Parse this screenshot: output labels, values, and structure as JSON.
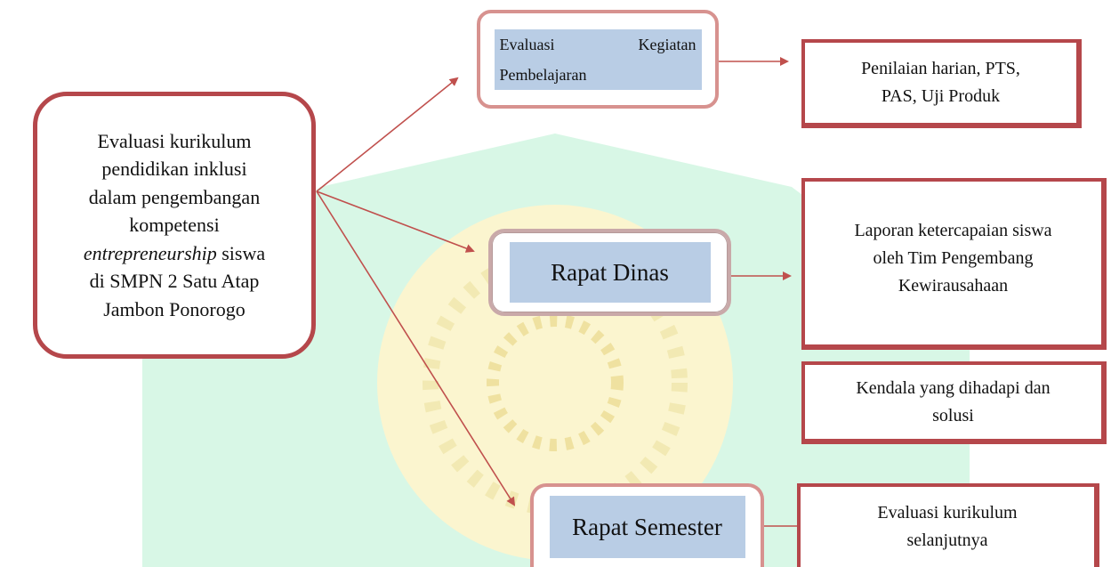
{
  "main_box": {
    "line1": "Evaluasi kurikulum",
    "line2": "pendidikan inklusi",
    "line3": "dalam pengembangan",
    "line4": "kompetensi",
    "line5_italic": "entrepreneurship",
    "line5_rest": " siswa",
    "line6": "di SMPN 2 Satu Atap",
    "line7": "Jambon Ponorogo"
  },
  "eval_box": {
    "line1_a": "Evaluasi",
    "line1_b": "Kegiatan",
    "line2": "Pembelajaran"
  },
  "dinas_box": {
    "label": "Rapat Dinas"
  },
  "semester_box": {
    "label": "Rapat Semester"
  },
  "result_1": {
    "line1": "Penilaian harian, PTS,",
    "line2": "PAS, Uji Produk"
  },
  "result_2": {
    "line1": "Laporan ketercapaian siswa",
    "line2": "oleh Tim Pengembang",
    "line3": "Kewirausahaan"
  },
  "result_3": {
    "line1": "Kendala yang dihadapi dan",
    "line2": "solusi"
  },
  "result_4": {
    "line1": "Evaluasi kurikulum",
    "line2": "selanjutnya"
  },
  "colors": {
    "box_border": "#b5474b",
    "rounded_border": "#d7928f",
    "label_fill": "#b9cde5",
    "arrow": "#c0504d",
    "watermark_green": "#d5f5e3",
    "watermark_yellow": "#fbf3c6"
  }
}
